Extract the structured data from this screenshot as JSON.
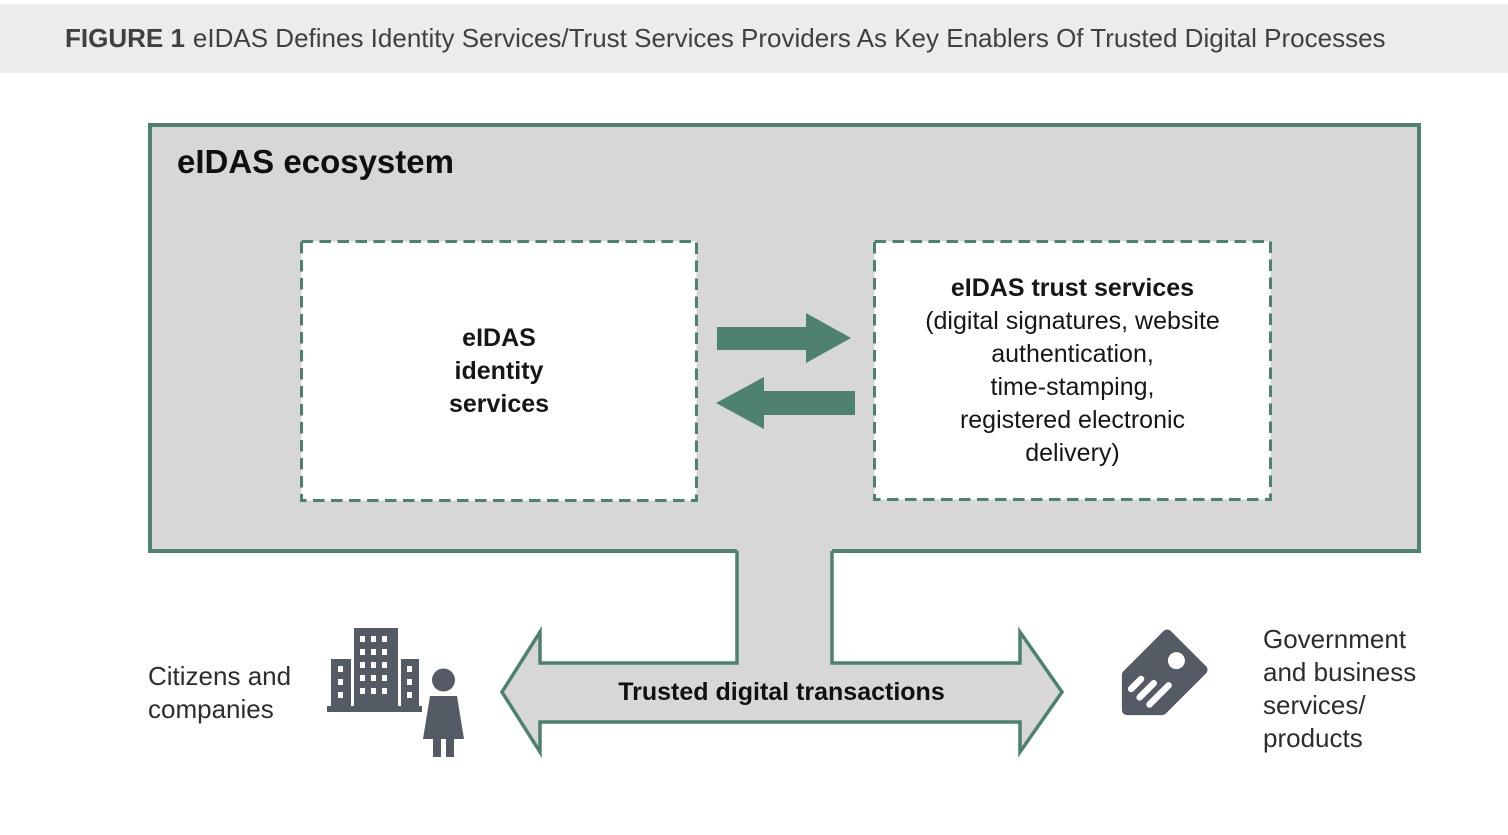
{
  "figure": {
    "label": "FIGURE 1",
    "title_rest": "eIDAS Defines Identity Services/Trust Services Providers As Key Enablers Of Trusted Digital Processes"
  },
  "diagram": {
    "ecosystem_title": "eIDAS ecosystem",
    "identity_box": {
      "lines": [
        "eIDAS",
        "identity",
        "services"
      ]
    },
    "trust_box": {
      "title": "eIDAS trust services",
      "lines": [
        "(digital signatures, website",
        "authentication,",
        "time-stamping,",
        "registered electronic",
        "delivery)"
      ]
    },
    "transaction_arrow_label": "Trusted digital transactions",
    "left_actor": {
      "lines": [
        "Citizens and",
        "companies"
      ]
    },
    "right_actor": {
      "lines": [
        "Government",
        "and business",
        "services/",
        "products"
      ]
    }
  },
  "icons": {
    "left_actor": "building-and-person",
    "right_actor": "price-tag",
    "between_boxes": [
      "arrow-right",
      "arrow-left"
    ],
    "transaction": "double-headed-arrow"
  },
  "colors": {
    "green": "#4e816f",
    "panel_gray": "#d6d7d6",
    "band_gray": "#ebeced",
    "icon_slate": "#555b64",
    "title_text": "#3f4041"
  }
}
